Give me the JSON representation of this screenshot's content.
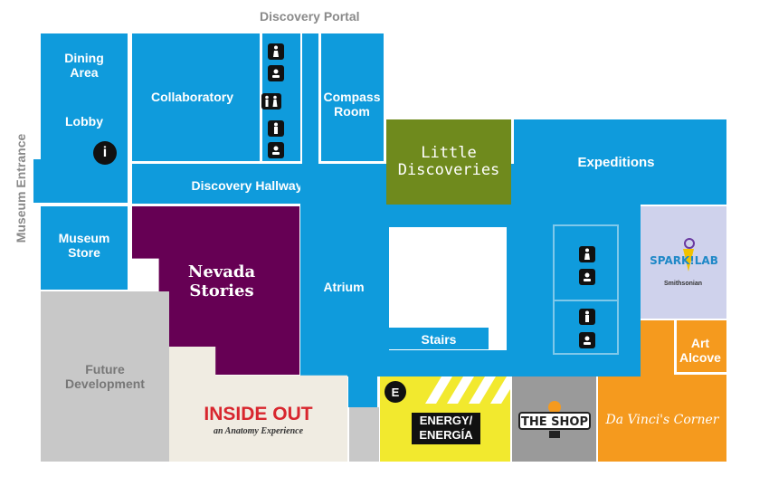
{
  "labels": {
    "discovery_portal": "Discovery Portal",
    "museum_entrance": "Museum Entrance",
    "dining_area": "Dining\nArea",
    "lobby": "Lobby",
    "collaboratory": "Collaboratory",
    "compass_room": "Compass\nRoom",
    "discovery_hallway": "Discovery Hallway",
    "little_discoveries": "Little\nDiscoveries",
    "expeditions": "Expeditions",
    "museum_store": "Museum\nStore",
    "nevada_stories": "Nevada\nStories",
    "atrium": "Atrium",
    "stairs": "Stairs",
    "future_development": "Future\nDevelopment",
    "inside_out_title": "INSIDE OUT",
    "inside_out_subtitle": "an Anatomy Experience",
    "energy": "ENERGY/\nENERGÍA",
    "the_shop": "THE SHOP",
    "da_vincis_corner": "Da Vinci's Corner",
    "art_alcove": "Art\nAlcove",
    "spark_lab": "SPARK!LAB",
    "smithsonian": "Smithsonian",
    "info_marker": "i",
    "elevator_marker": "E"
  },
  "colors": {
    "room_blue": "#0f9bdc",
    "little_discoveries": "#6f8a1d",
    "nevada_stories": "#660054",
    "future_development": "#c8c8c8",
    "inside_out_bg": "#f0ece2",
    "inside_out_text": "#d8262e",
    "energy_yellow": "#f2e92e",
    "the_shop_gray": "#9a9a9a",
    "orange": "#f59a1e",
    "spark_lab_bg": "#cfd2ec",
    "wall_white": "#ffffff"
  },
  "icons": [
    "women-restroom-icon",
    "baby-changing-icon",
    "family-restroom-icon",
    "men-restroom-icon",
    "info-icon",
    "elevator-icon"
  ]
}
